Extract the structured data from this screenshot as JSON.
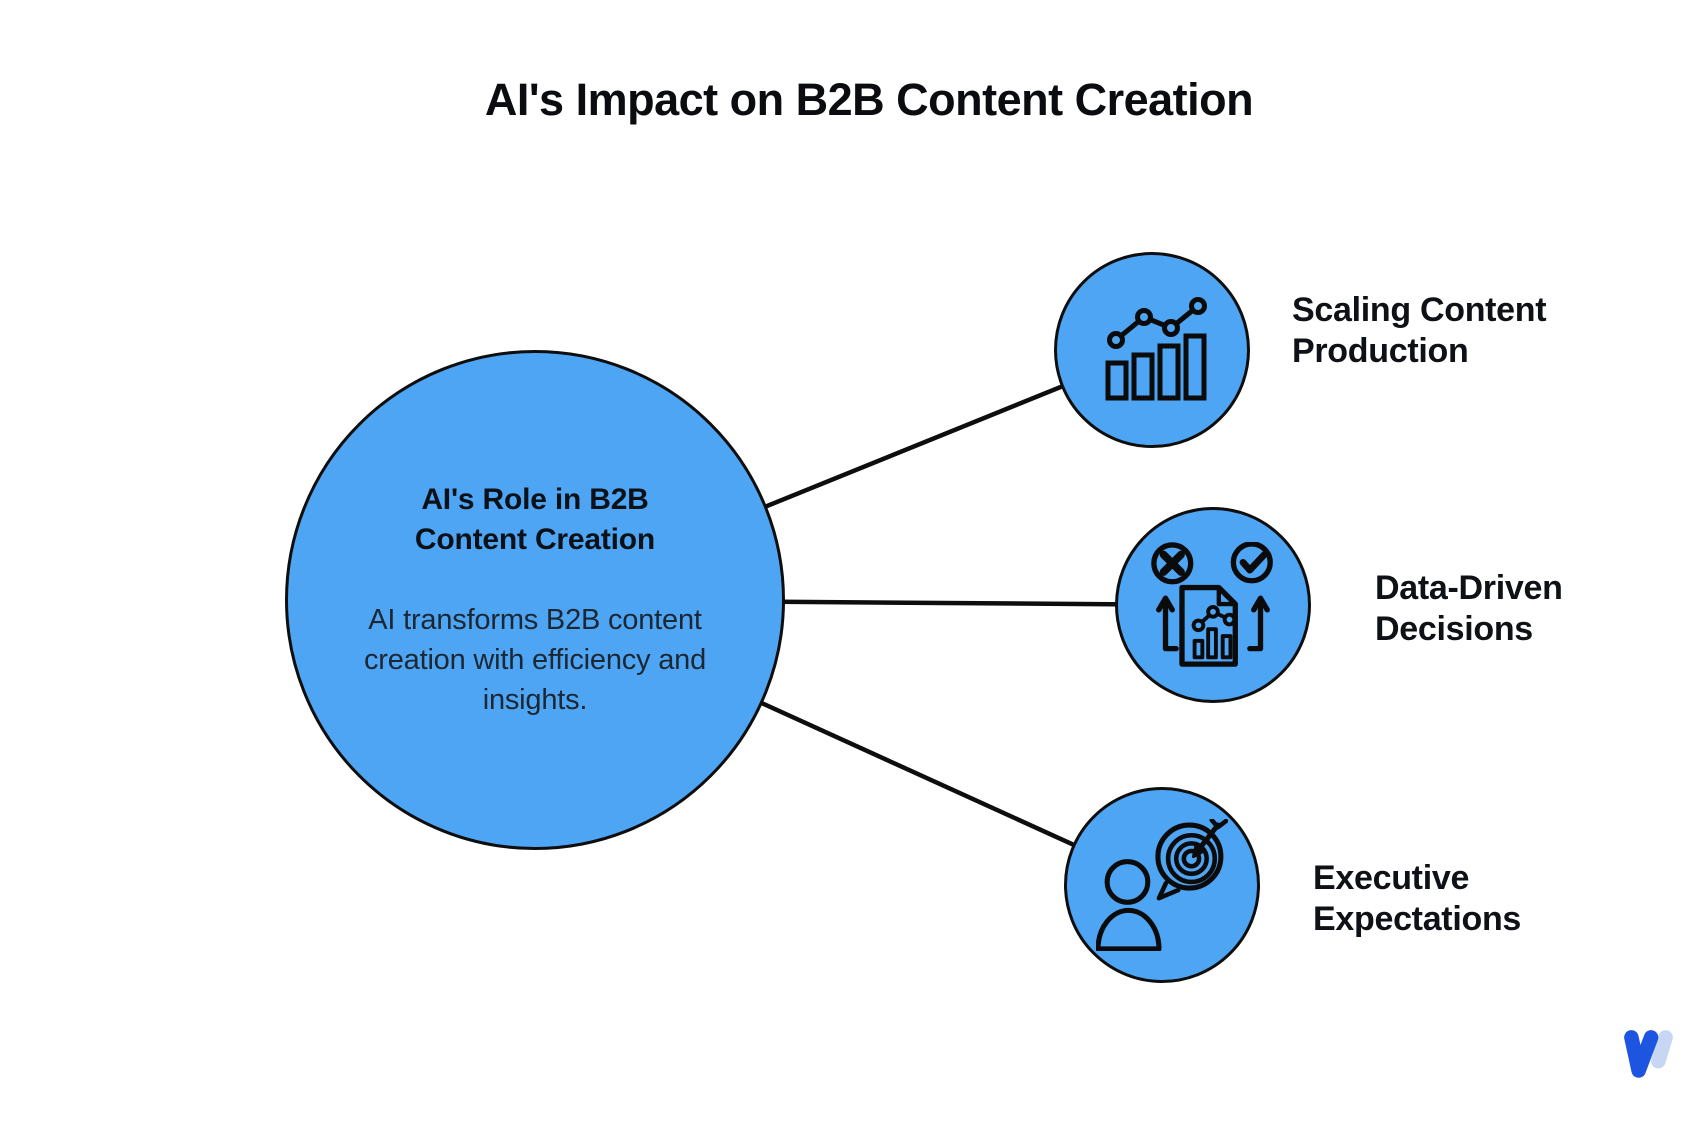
{
  "title": "AI's Impact on B2B Content Creation",
  "center_node": {
    "heading": "AI's Role in B2B Content Creation",
    "description": "AI transforms B2B content creation with efficiency and insights."
  },
  "nodes": [
    {
      "label": "Scaling Content Production",
      "icon": "bar-chart-trend-icon"
    },
    {
      "label": "Data-Driven Decisions",
      "icon": "document-analytics-check-icon"
    },
    {
      "label": "Executive Expectations",
      "icon": "person-target-speech-icon"
    }
  ],
  "colors": {
    "node_fill": "#4DA5F4",
    "outline": "#0E0E0E",
    "text_dark": "#0C1118",
    "logo_primary": "#1D55E0",
    "logo_light": "#C6D6F3"
  }
}
